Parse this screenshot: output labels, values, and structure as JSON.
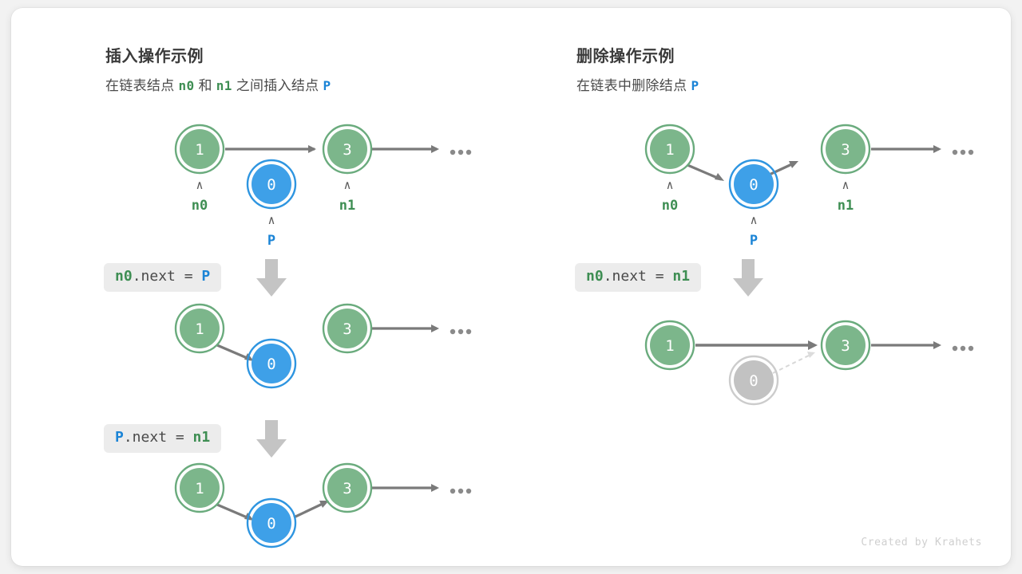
{
  "canvas": {
    "background": "#f2f2f2",
    "card_background": "#ffffff",
    "credit": "Created by Krahets"
  },
  "colors": {
    "node_green_fill": "#7cb68b",
    "node_green_ring": "#6aab7d",
    "node_blue_fill": "#3ea0e8",
    "node_blue_ring": "#2e95e0",
    "node_gray_fill": "#c2c2c2",
    "node_gray_ring": "#cccccc",
    "arrow": "#7a7a7a",
    "arrow_dashed": "#d8d8d8",
    "text_heading": "#3b3b3b",
    "accent_green": "#3e8e53",
    "accent_blue": "#1b84d6",
    "badge_background": "#ececec",
    "block_arrow": "#c4c4c4",
    "credit_text": "#cfcfcf"
  },
  "left_panel": {
    "title": "插入操作示例",
    "subtitle": {
      "part1": "在链表结点",
      "var1": "n0",
      "part2": "和",
      "var2": "n1",
      "part3": "之间插入结点",
      "var3": "P"
    },
    "steps": [
      {
        "code": {
          "target": "n0",
          "middle": ".next = ",
          "value": "P",
          "full": "n0.next = P"
        }
      },
      {
        "code": {
          "target": "P",
          "middle": ".next = ",
          "value": "n1",
          "full": "P.next = n1"
        }
      }
    ],
    "rows": [
      {
        "name": "initial-state",
        "nodes": [
          {
            "value": "1",
            "color": "green",
            "pointer": "n0"
          },
          {
            "value": "0",
            "color": "blue",
            "pointer": "P"
          },
          {
            "value": "3",
            "color": "green",
            "pointer": "n1"
          }
        ],
        "ellipsis": "..."
      },
      {
        "name": "after-step-1",
        "nodes": [
          {
            "value": "1",
            "color": "green",
            "pointer": ""
          },
          {
            "value": "0",
            "color": "blue",
            "pointer": ""
          },
          {
            "value": "3",
            "color": "green",
            "pointer": ""
          }
        ],
        "ellipsis": "..."
      },
      {
        "name": "after-step-2",
        "nodes": [
          {
            "value": "1",
            "color": "green",
            "pointer": ""
          },
          {
            "value": "0",
            "color": "blue",
            "pointer": ""
          },
          {
            "value": "3",
            "color": "green",
            "pointer": ""
          }
        ],
        "ellipsis": "..."
      }
    ]
  },
  "right_panel": {
    "title": "删除操作示例",
    "subtitle": {
      "part1": "在链表中删除结点",
      "var1": "P"
    },
    "steps": [
      {
        "code": {
          "target": "n0",
          "middle": ".next = ",
          "value": "n1",
          "full": "n0.next = n1"
        }
      }
    ],
    "rows": [
      {
        "name": "initial-state",
        "nodes": [
          {
            "value": "1",
            "color": "green",
            "pointer": "n0"
          },
          {
            "value": "0",
            "color": "blue",
            "pointer": "P"
          },
          {
            "value": "3",
            "color": "green",
            "pointer": "n1"
          }
        ],
        "ellipsis": "..."
      },
      {
        "name": "after-delete",
        "nodes": [
          {
            "value": "1",
            "color": "green",
            "pointer": ""
          },
          {
            "value": "0",
            "color": "gray",
            "pointer": ""
          },
          {
            "value": "3",
            "color": "green",
            "pointer": ""
          }
        ],
        "ellipsis": "..."
      }
    ]
  },
  "glyphs": {
    "caret": "∧",
    "ellipsis": "..."
  }
}
